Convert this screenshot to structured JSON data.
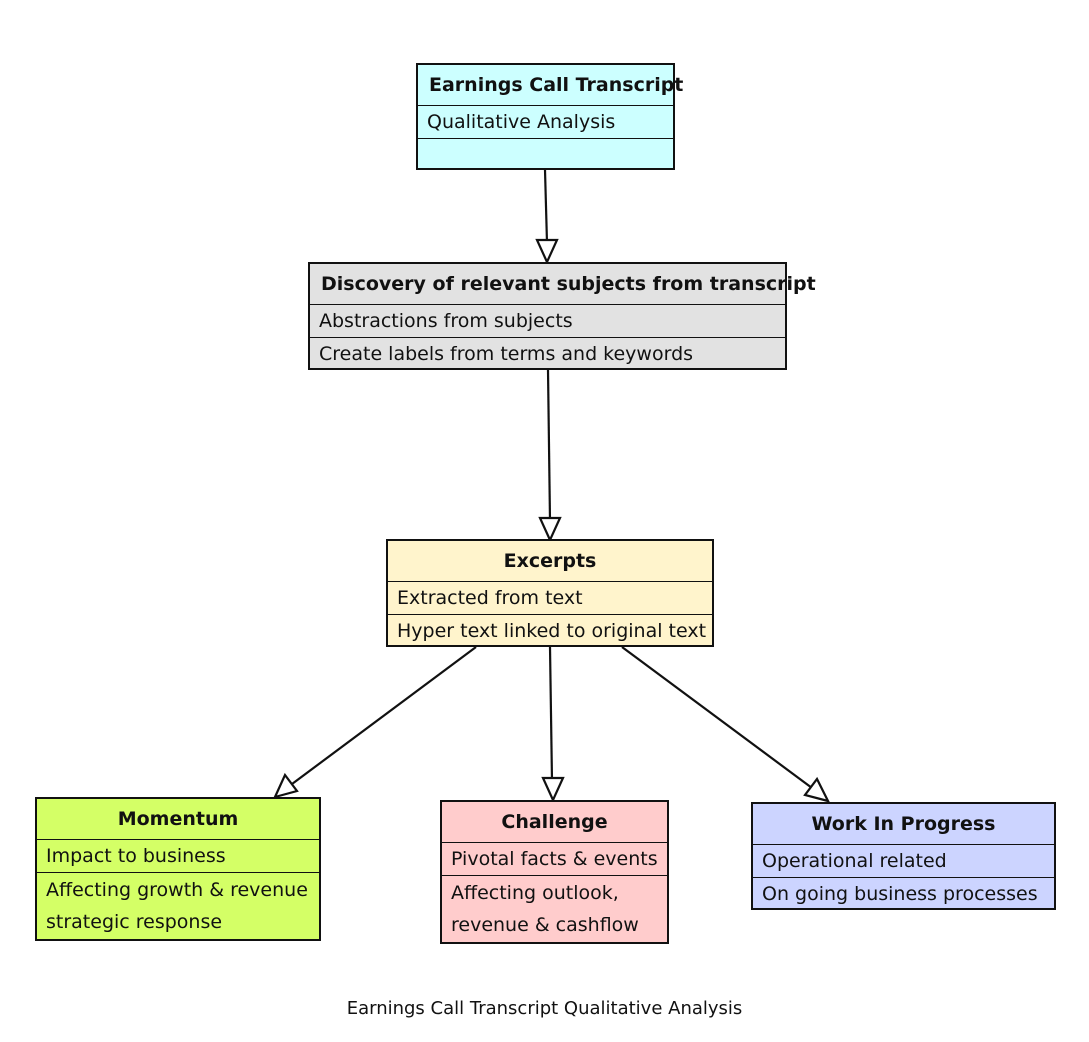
{
  "caption": "Earnings Call Transcript Qualitative Analysis",
  "colors": {
    "stroke": "#111111",
    "transcript_fill": "#ccffff",
    "discovery_fill": "#e2e2e2",
    "excerpts_fill": "#fff4cc",
    "momentum_fill": "#d4ff66",
    "challenge_fill": "#ffcccc",
    "wip_fill": "#ccd4ff"
  },
  "nodes": {
    "transcript": {
      "title": "Earnings Call Transcript",
      "rows": [
        "Qualitative Analysis",
        ""
      ]
    },
    "discovery": {
      "title": "Discovery of relevant subjects from transcript",
      "rows": [
        "Abstractions from subjects",
        "Create labels from terms and keywords"
      ]
    },
    "excerpts": {
      "title": "Excerpts",
      "rows": [
        "Extracted from text",
        "Hyper text linked to original text"
      ]
    },
    "momentum": {
      "title": "Momentum",
      "rows": [
        "Impact to business",
        "Affecting growth & revenue",
        "strategic response"
      ]
    },
    "challenge": {
      "title": "Challenge",
      "rows": [
        "Pivotal facts & events",
        "Affecting outlook,",
        "revenue & cashflow"
      ]
    },
    "wip": {
      "title": "Work In Progress",
      "rows": [
        "Operational related",
        "On going business processes"
      ]
    }
  },
  "edges": [
    {
      "from": "transcript",
      "to": "discovery"
    },
    {
      "from": "discovery",
      "to": "excerpts"
    },
    {
      "from": "excerpts",
      "to": "momentum"
    },
    {
      "from": "excerpts",
      "to": "challenge"
    },
    {
      "from": "excerpts",
      "to": "wip"
    }
  ]
}
